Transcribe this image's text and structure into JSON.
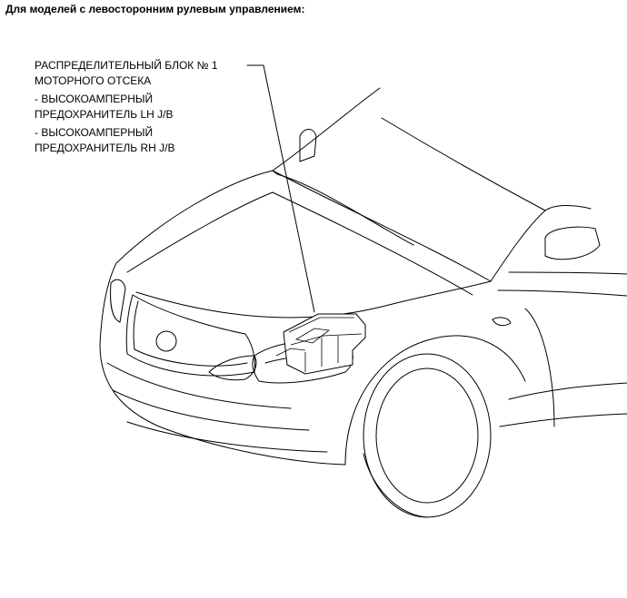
{
  "heading": "Для моделей с левосторонним рулевым управлением:",
  "callout": {
    "line1": "РАСПРЕДЕЛИТЕЛЬНЫЙ БЛОК № 1",
    "line2": "МОТОРНОГО ОТСЕКА",
    "item1_line1": "- ВЫСОКОАМПЕРНЫЙ",
    "item1_line2": "ПРЕДОХРАНИТЕЛЬ LH J/B",
    "item2_line1": "- ВЫСОКОАМПЕРНЫЙ",
    "item2_line2": "ПРЕДОХРАНИТЕЛЬ RH J/B"
  }
}
